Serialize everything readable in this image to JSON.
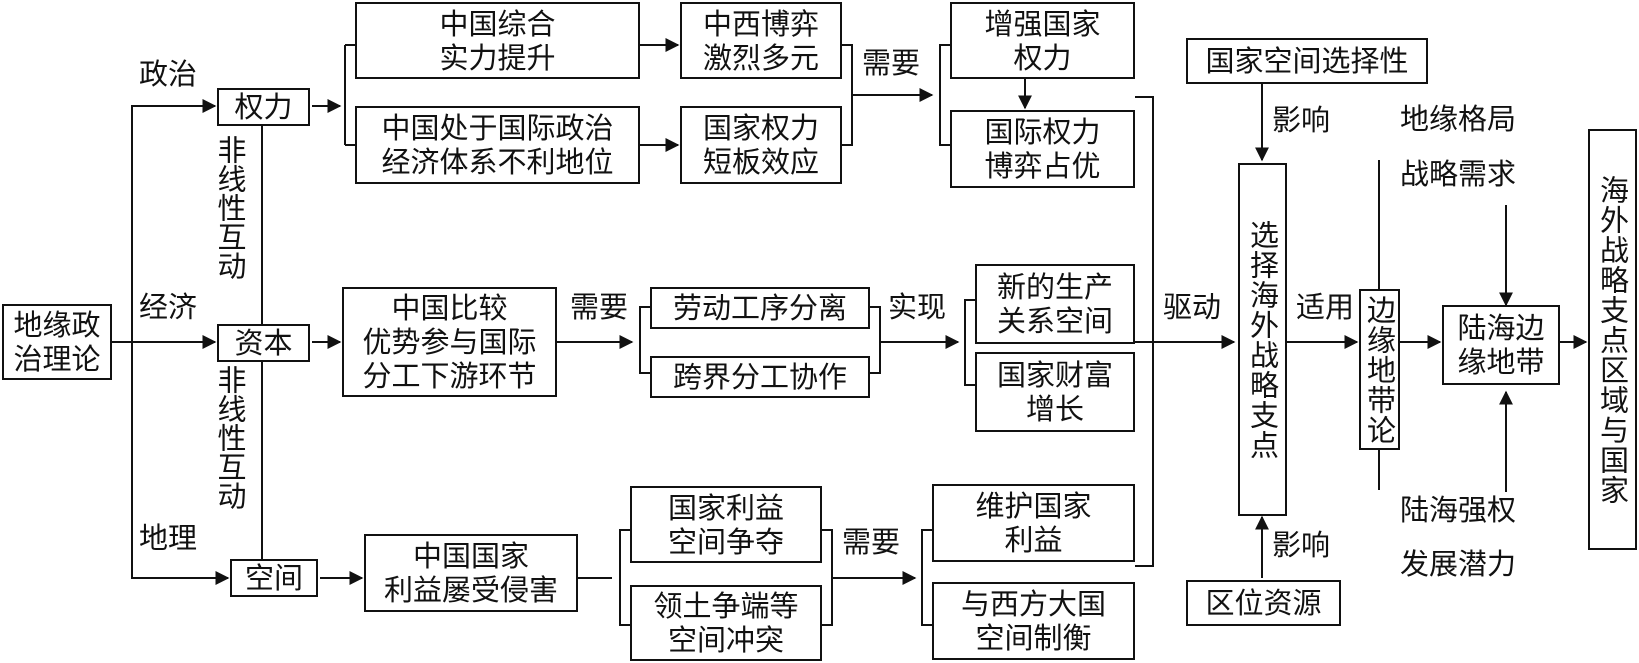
{
  "nodes": {
    "theory": "地缘政\n治理论",
    "power": "权力",
    "capital": "资本",
    "space": "空间",
    "p_strength": "中国综合\n实力提升",
    "p_position": "中国处于国际政治\n经济体系不利地位",
    "p_game": "中西博弈\n激烈多元",
    "p_shortboard": "国家权力\n短板效应",
    "p_enhance": "增强国家\n权力",
    "p_advantage": "国际权力\n博弈占优",
    "c_advantage": "中国比较\n优势参与国际\n分工下游环节",
    "c_labor": "劳动工序分离",
    "c_cross": "跨界分工协作",
    "c_newspace": "新的生产\n关系空间",
    "c_wealth": "国家财富\n增长",
    "s_infringed": "中国国家\n利益屡受侵害",
    "s_compete": "国家利益\n空间争夺",
    "s_conflict": "领土争端等\n空间冲突",
    "s_protect": "维护国家\n利益",
    "s_balance": "与西方大国\n空间制衡",
    "selectivity": "国家空间选择性",
    "location": "区位资源",
    "select_fulcrum": "选择海外战略支点",
    "rimland_theory": "边缘地带论",
    "land_sea_rim": "陆海边缘地带",
    "result": "海外战略支点区域与国家"
  },
  "labels": {
    "politics": "政治",
    "economy": "经济",
    "geography": "地理",
    "nonlinear_1": "非线性互动",
    "nonlinear_2": "非线性互动",
    "need_1": "需要",
    "need_2": "需要",
    "need_3": "需要",
    "realize": "实现",
    "drive": "驱动",
    "influence_top": "影响",
    "influence_bottom": "影响",
    "apply": "适用",
    "geo_pattern": "地缘格局",
    "strategic_demand": "战略需求",
    "land_sea_power": "陆海强权",
    "dev_potential": "发展潜力"
  }
}
